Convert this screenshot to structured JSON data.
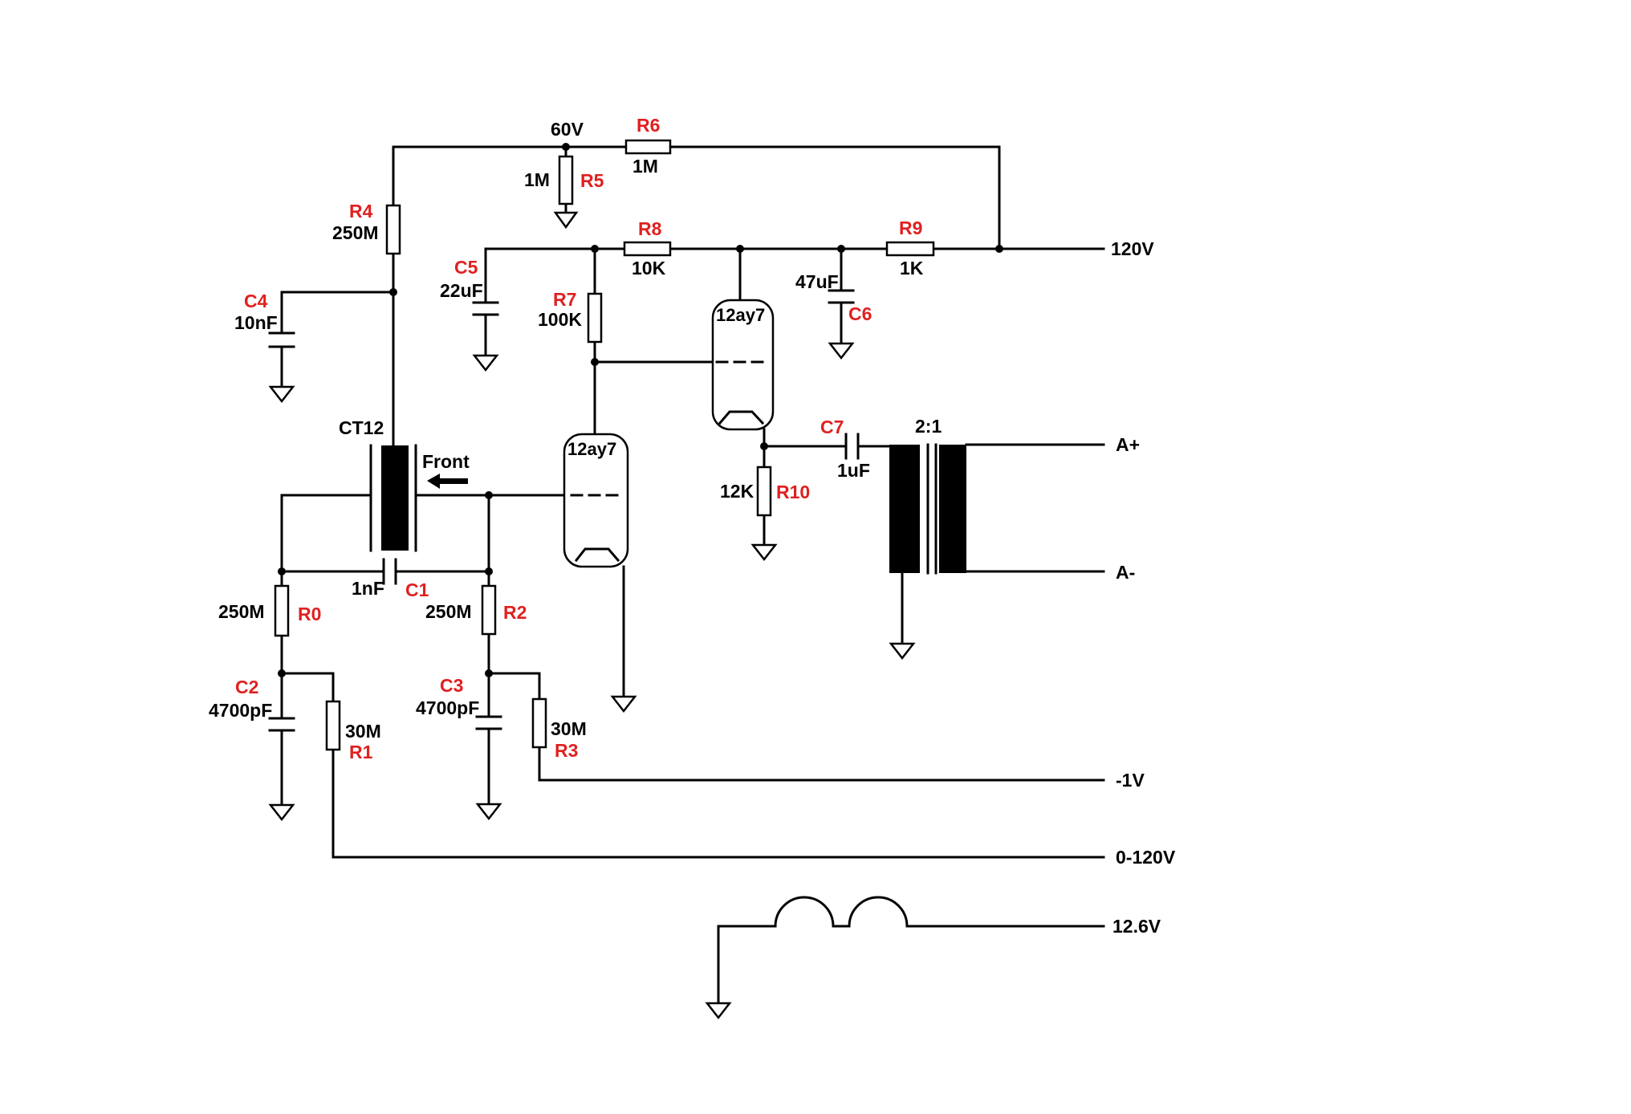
{
  "colors": {
    "wire": "#000000",
    "ref_label": "#e02020",
    "background": "#ffffff"
  },
  "rails": {
    "v120": "120V",
    "v60": "60V",
    "a_plus": "A+",
    "a_minus": "A-",
    "neg1v": "-1V",
    "v0_120": "0-120V",
    "v12_6": "12.6V"
  },
  "resistors": {
    "r0": {
      "ref": "R0",
      "value": "250M"
    },
    "r1": {
      "ref": "R1",
      "value": "30M"
    },
    "r2": {
      "ref": "R2",
      "value": "250M"
    },
    "r3": {
      "ref": "R3",
      "value": "30M"
    },
    "r4": {
      "ref": "R4",
      "value": "250M"
    },
    "r5": {
      "ref": "R5",
      "value": "1M"
    },
    "r6": {
      "ref": "R6",
      "value": "1M"
    },
    "r7": {
      "ref": "R7",
      "value": "100K"
    },
    "r8": {
      "ref": "R8",
      "value": "10K"
    },
    "r9": {
      "ref": "R9",
      "value": "1K"
    },
    "r10": {
      "ref": "R10",
      "value": "12K"
    }
  },
  "capacitors": {
    "c1": {
      "ref": "C1",
      "value": "1nF"
    },
    "c2": {
      "ref": "C2",
      "value": "4700pF"
    },
    "c3": {
      "ref": "C3",
      "value": "4700pF"
    },
    "c4": {
      "ref": "C4",
      "value": "10nF"
    },
    "c5": {
      "ref": "C5",
      "value": "22uF"
    },
    "c6": {
      "ref": "C6",
      "value": "47uF"
    },
    "c7": {
      "ref": "C7",
      "value": "1uF"
    }
  },
  "tubes": {
    "v1": "12ay7",
    "v2": "12ay7"
  },
  "capsule": {
    "ref": "CT12",
    "front": "Front"
  },
  "transformer": {
    "ratio": "2:1"
  },
  "icons": [
    "ground-icon",
    "arrow-left-icon",
    "heater-coil-icon",
    "transformer-core-icon"
  ]
}
